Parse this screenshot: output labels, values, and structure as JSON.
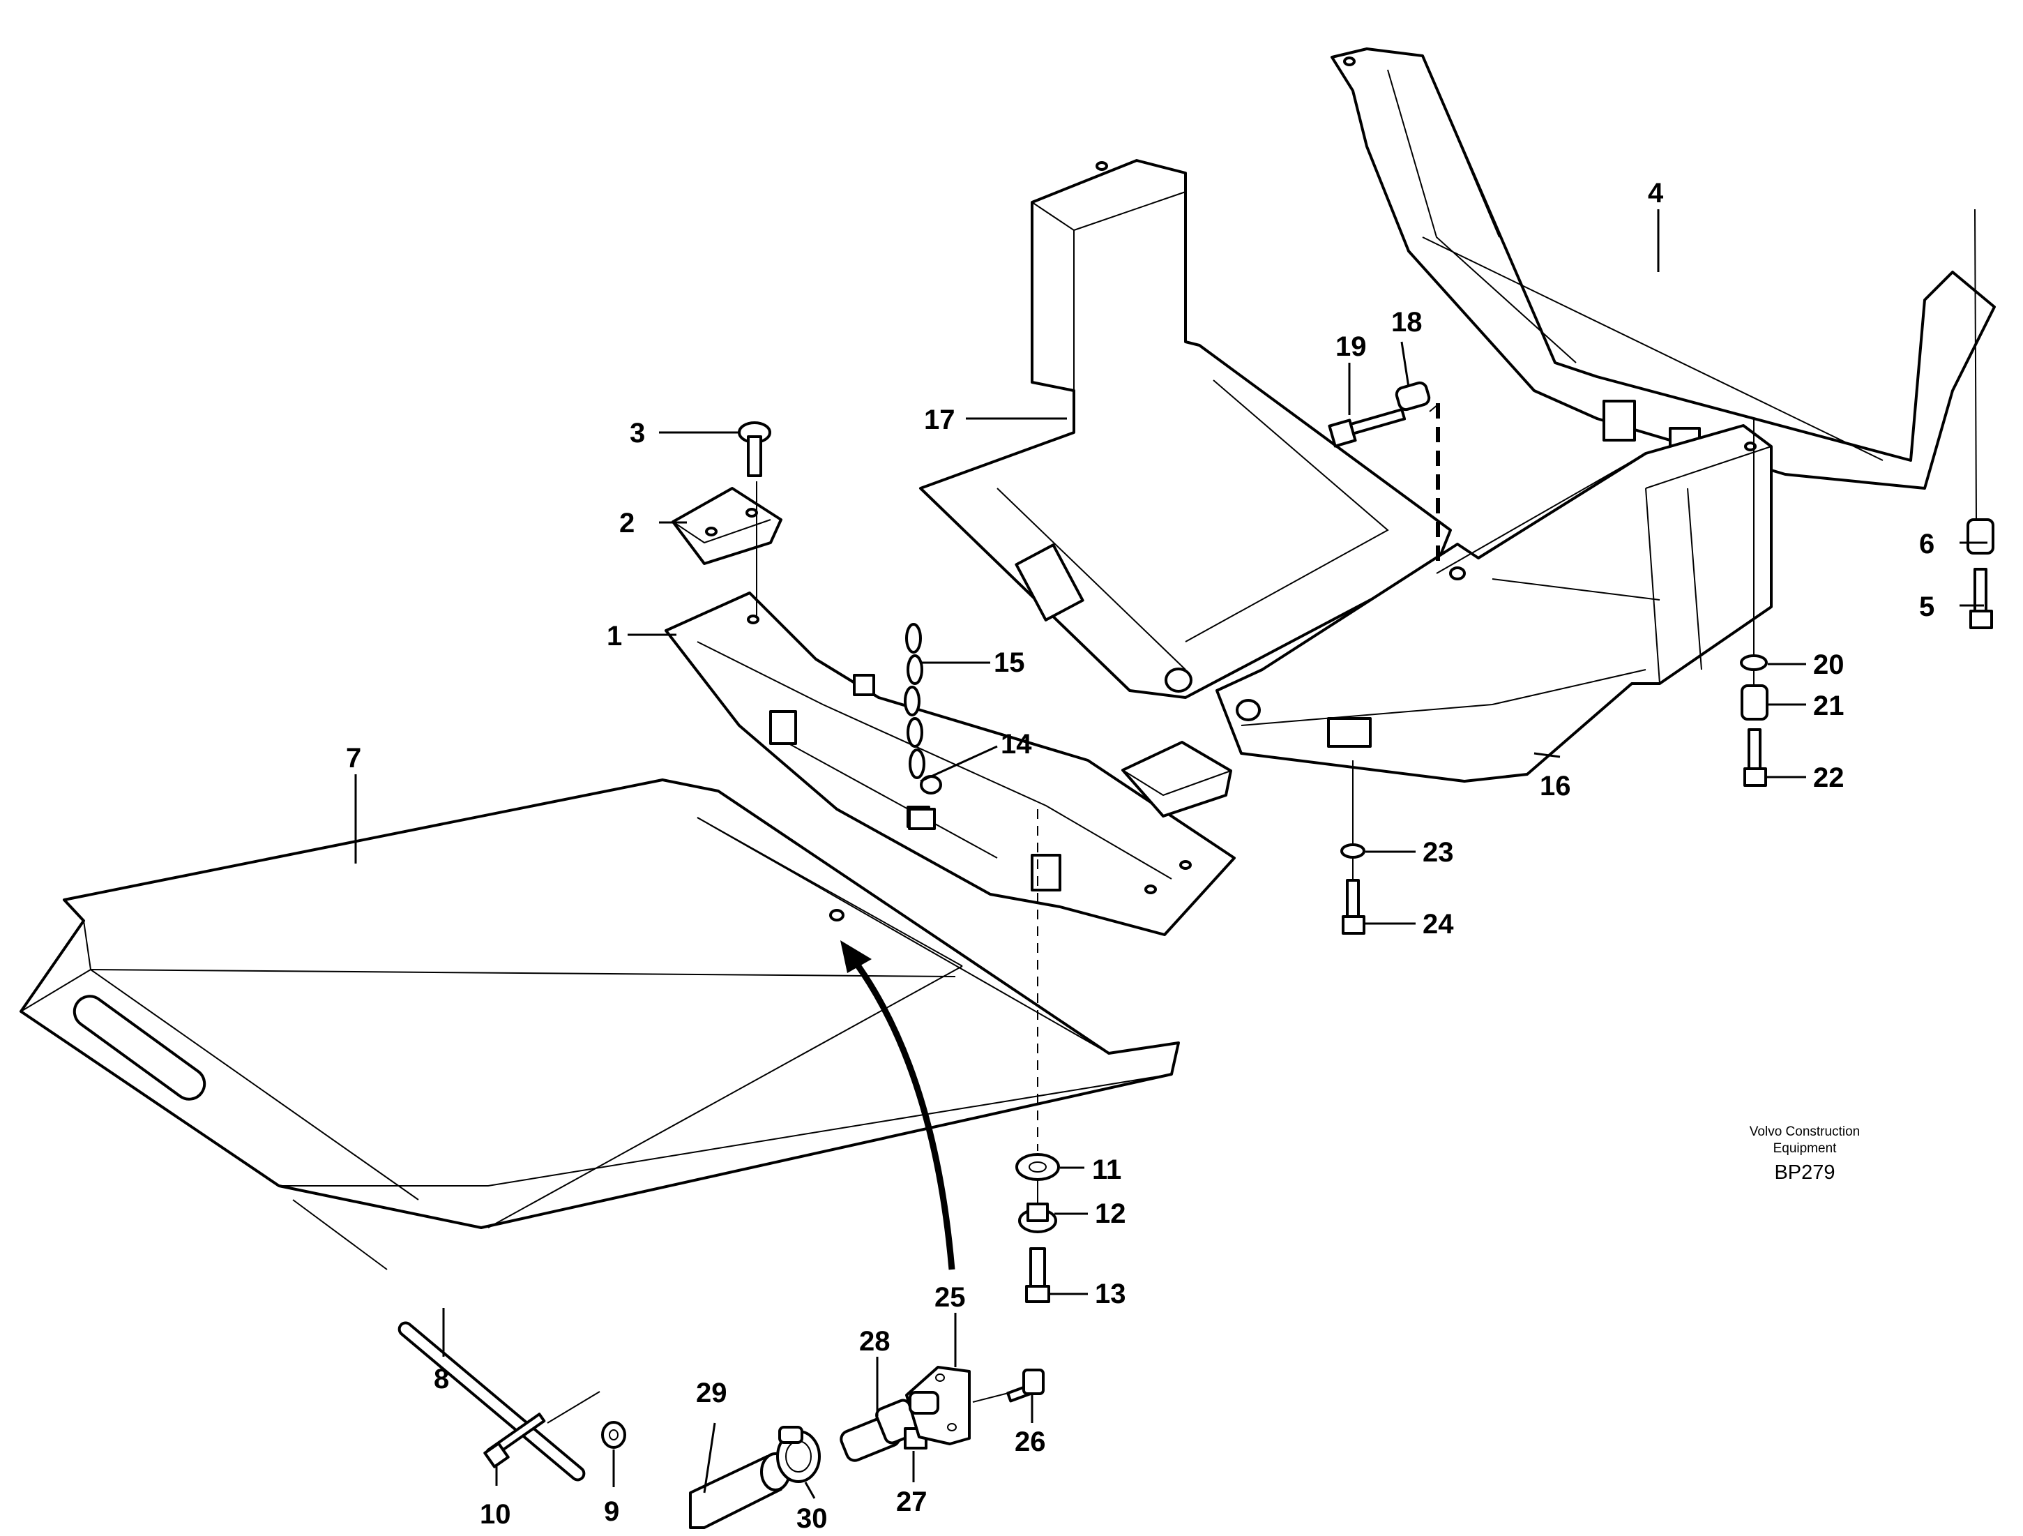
{
  "callouts": [
    "1",
    "2",
    "3",
    "4",
    "5",
    "6",
    "7",
    "8",
    "9",
    "10",
    "11",
    "12",
    "13",
    "14",
    "15",
    "16",
    "17",
    "18",
    "19",
    "20",
    "21",
    "22",
    "23",
    "24",
    "25",
    "26",
    "27",
    "28",
    "29",
    "30"
  ],
  "credit": {
    "line1": "Volvo Construction",
    "line2": "Equipment",
    "code": "BP279"
  }
}
